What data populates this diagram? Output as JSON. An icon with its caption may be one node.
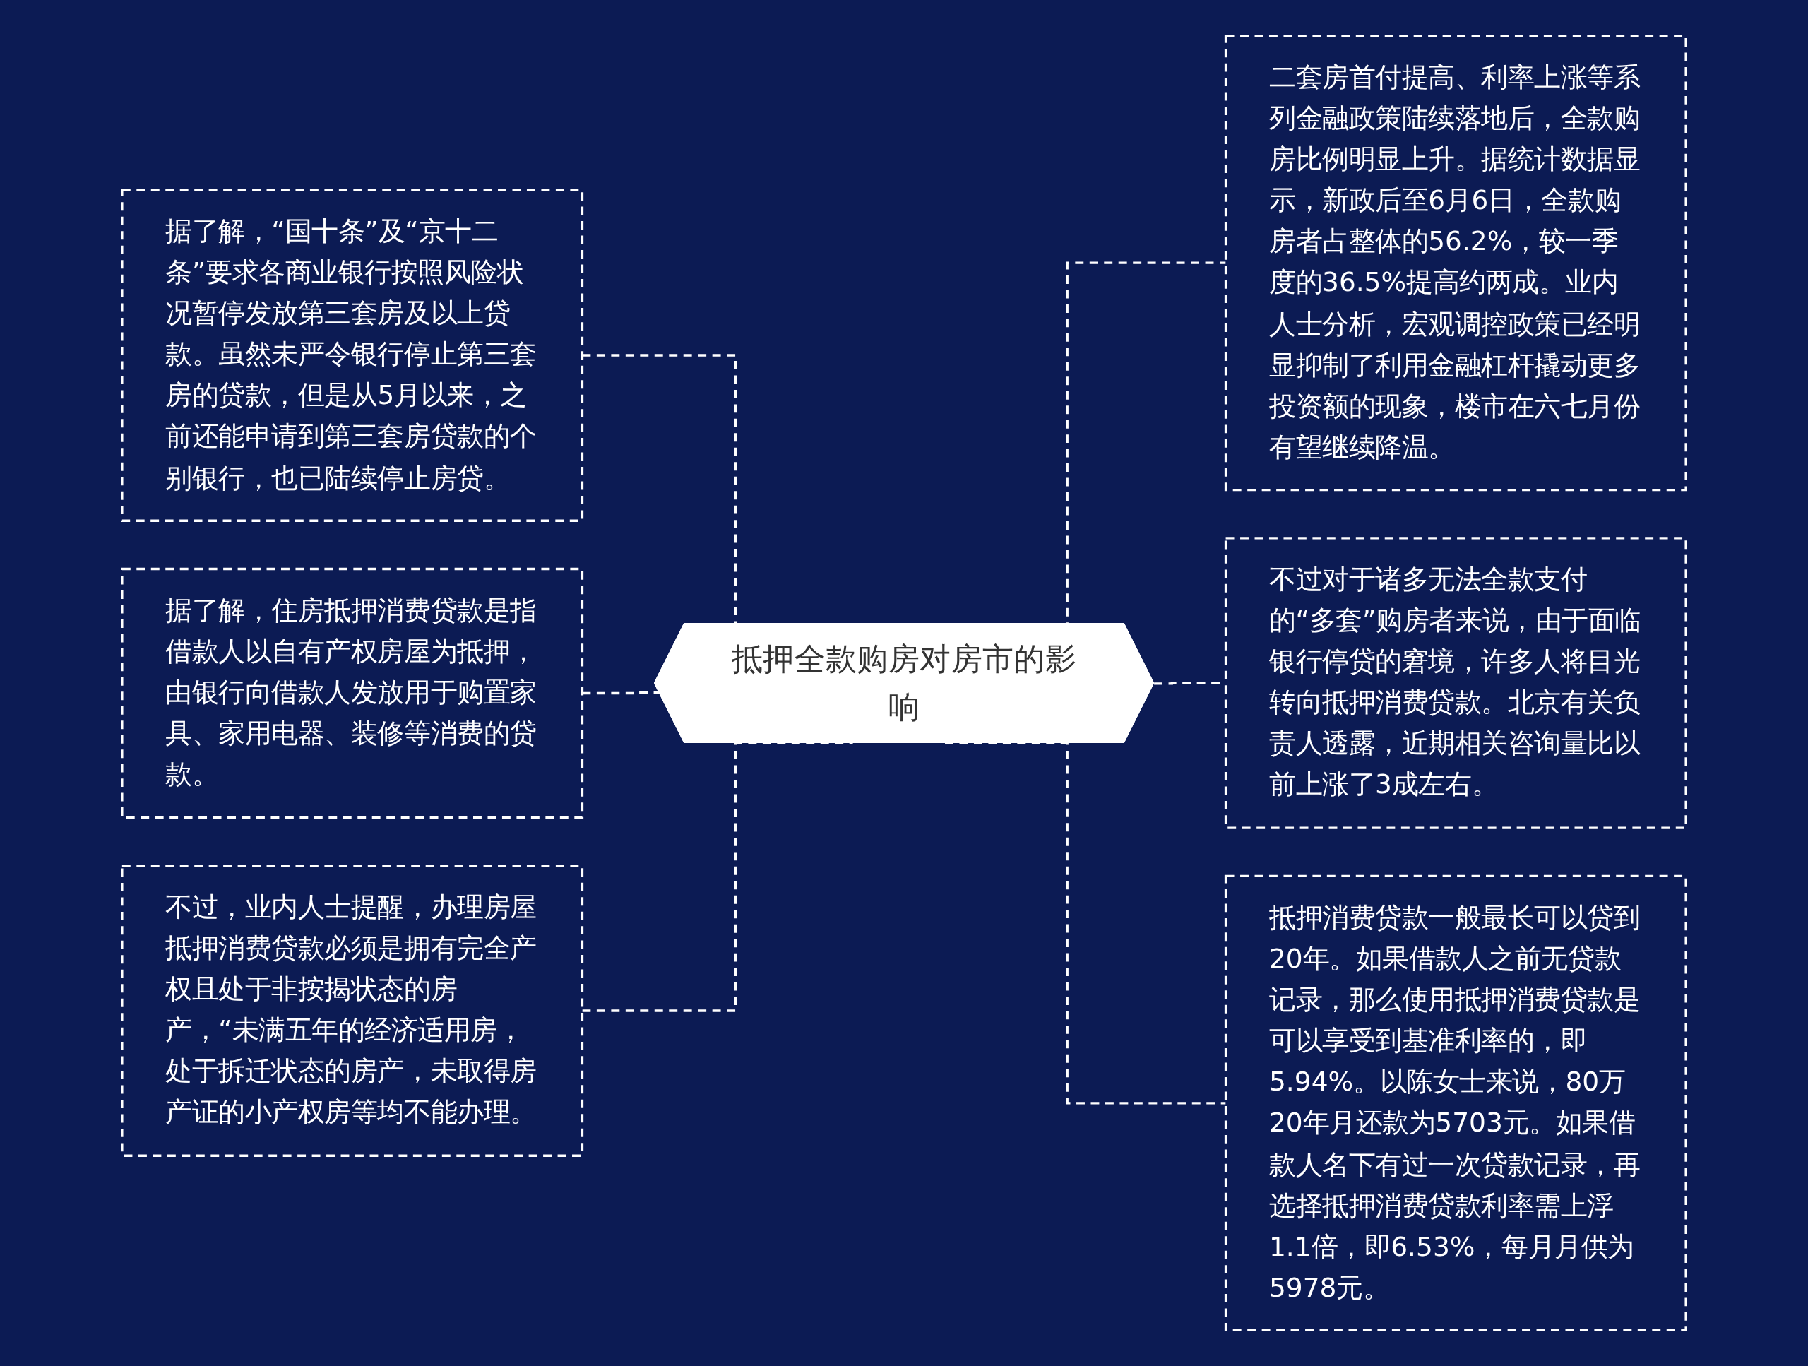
{
  "diagram": {
    "nodes": [
      {
        "text": [
          "抵押全款购房对房市的影响"
        ]
      },
      {
        "text": [
          "据了解，“国十条”及“京十二条”要求各商业银行按照风险状况暂停发放第三套房及以上贷款。虽然未严令银行停止第三套房的贷款，但是从5月以来，之前还能申请到第三套房贷款的个别银行，也已陆续停止房贷。"
        ]
      },
      {
        "text": [
          "据了解，住房抵押消费贷款是指借款人以自有产权房屋为抵押，由银行向借款人发放用于购置家具、家用电器、装修等消费的贷款。"
        ]
      },
      {
        "text": [
          "不过，业内人士提醒，办理房屋抵押消费贷款必须是拥有完全产权且处于非按揭状态的房产，“未满五年的经济适用房，处于拆迁状态的房产，未取得房产证的小产权房等均不能办理。"
        ]
      },
      {
        "text": [
          "二套房首付提高、利率上涨等系列金融政策陆续落地后，全款购房比例明显上升。据统计数据显示，新政后至6月6日，全款购房者占整体的56.2%，较一季度的36.5%提高约两成。业内人士分析，宏观调控政策已经明显抑制了利用金融杠杆撬动更多投资额的现象，楼市在六七月份有望继续降温。"
        ]
      },
      {
        "text": [
          "不过对于诸多无法全款支付的“多套”购房者来说，由于面临银行停贷的窘境，许多人将目光转向抵押消费贷款。北京有关负责人透露，近期相关咨询量比以前上涨了3成左右。"
        ]
      },
      {
        "text": [
          "抵押消费贷款一般最长可以贷到20年。如果借款人之前无贷款记录，那么使用抵押消费贷款是可以享受到基准利率的，即5.94%。以陈女士来说，80万20年月还款为5703元。如果借款人名下有过一次贷款记录，再选择抵押消费贷款利率需上浮1.1倍，即6.53%，每月月供为5978元。"
        ]
      }
    ],
    "edges": [
      {
        "from": 1,
        "to": 0,
        "arrow": "none",
        "style": "dashed"
      },
      {
        "from": 2,
        "to": 0,
        "arrow": "none",
        "style": "dashed"
      },
      {
        "from": 3,
        "to": 0,
        "arrow": "none",
        "style": "dashed"
      },
      {
        "from": 0,
        "to": 4,
        "arrow": "none",
        "style": "dashed"
      },
      {
        "from": 0,
        "to": 5,
        "arrow": "none",
        "style": "dashed"
      },
      {
        "from": 0,
        "to": 6,
        "arrow": "none",
        "style": "dashed"
      }
    ]
  }
}
